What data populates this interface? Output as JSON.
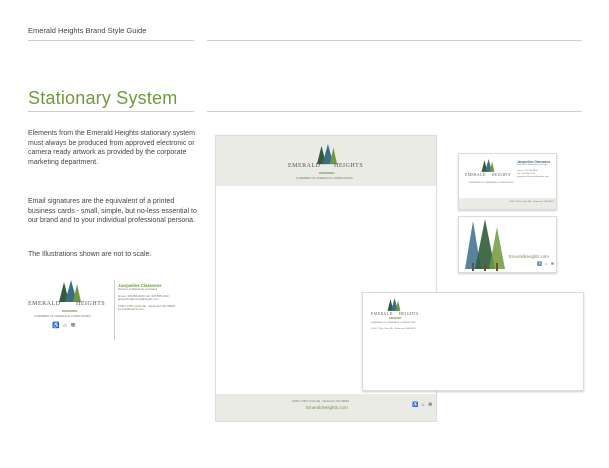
{
  "header": {
    "title": "Emerald Heights Brand Style Guide"
  },
  "section": {
    "title": "Stationary System"
  },
  "paragraphs": [
    "Elements from the Emerald Heights stationary system must always be produced from approved electronic or camera ready artwork as provided by the corporate marketing department.",
    "Email signatures are the equivalent of a printed business cards - small, simple, but no-less essential to our brand and to your individual professional persona.",
    "The Illustrations shown are not to scale."
  ],
  "logo": {
    "word_left": "EMERALD",
    "word_right": "HEIGHTS",
    "sub": "REDMOND",
    "tagline": "A MEMBER OF ONEREACH COMMUNITIES",
    "icons": "♿ ⌂ ☸"
  },
  "signature": {
    "name": "Jacqueline Claessens",
    "title": "Director of Marketing and Sales",
    "phone_line": "phone: 425-556-8100  cell: 425-555-1010",
    "email": "jacqueline@emeraldheights.com",
    "address": "10901 176th Circle NE - Redmond, WA 98052",
    "website": "EmeraldHeights.com"
  },
  "letterhead": {
    "address": "10901 176th Circle NE - Redmond, WA 98052",
    "website": "EmeraldHeights.com"
  },
  "business_card": {
    "name": "Jacqueline Claessens",
    "title": "Director of Marketing and Sales",
    "phone": "phone: 425-556-8100",
    "cell": "cell: 425-555-1010",
    "email": "jacqueline@emeraldheights.com",
    "address": "10901 176th Circle NE - Redmond, WA 98052",
    "back_website": "EmeraldHeights.com"
  },
  "envelope": {
    "address": "10901 176th Circle NE - Redmond, WA 98052"
  },
  "colors": {
    "brand_green": "#6f9a3a",
    "tree_dark": "#2f5d3a",
    "tree_blue": "#3a6f8a"
  }
}
